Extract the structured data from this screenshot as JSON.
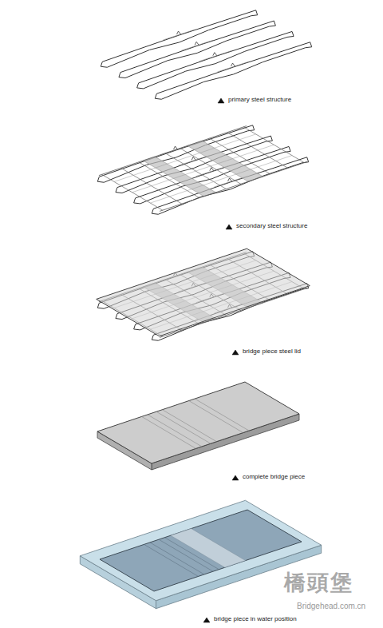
{
  "diagram": {
    "labels": [
      "primary steel structure",
      "secondary steel structure",
      "bridge piece steel lid",
      "complete bridge piece",
      "bridge piece in water position",
      "橋頭堡",
      "Bridgehead.com.cn"
    ]
  }
}
